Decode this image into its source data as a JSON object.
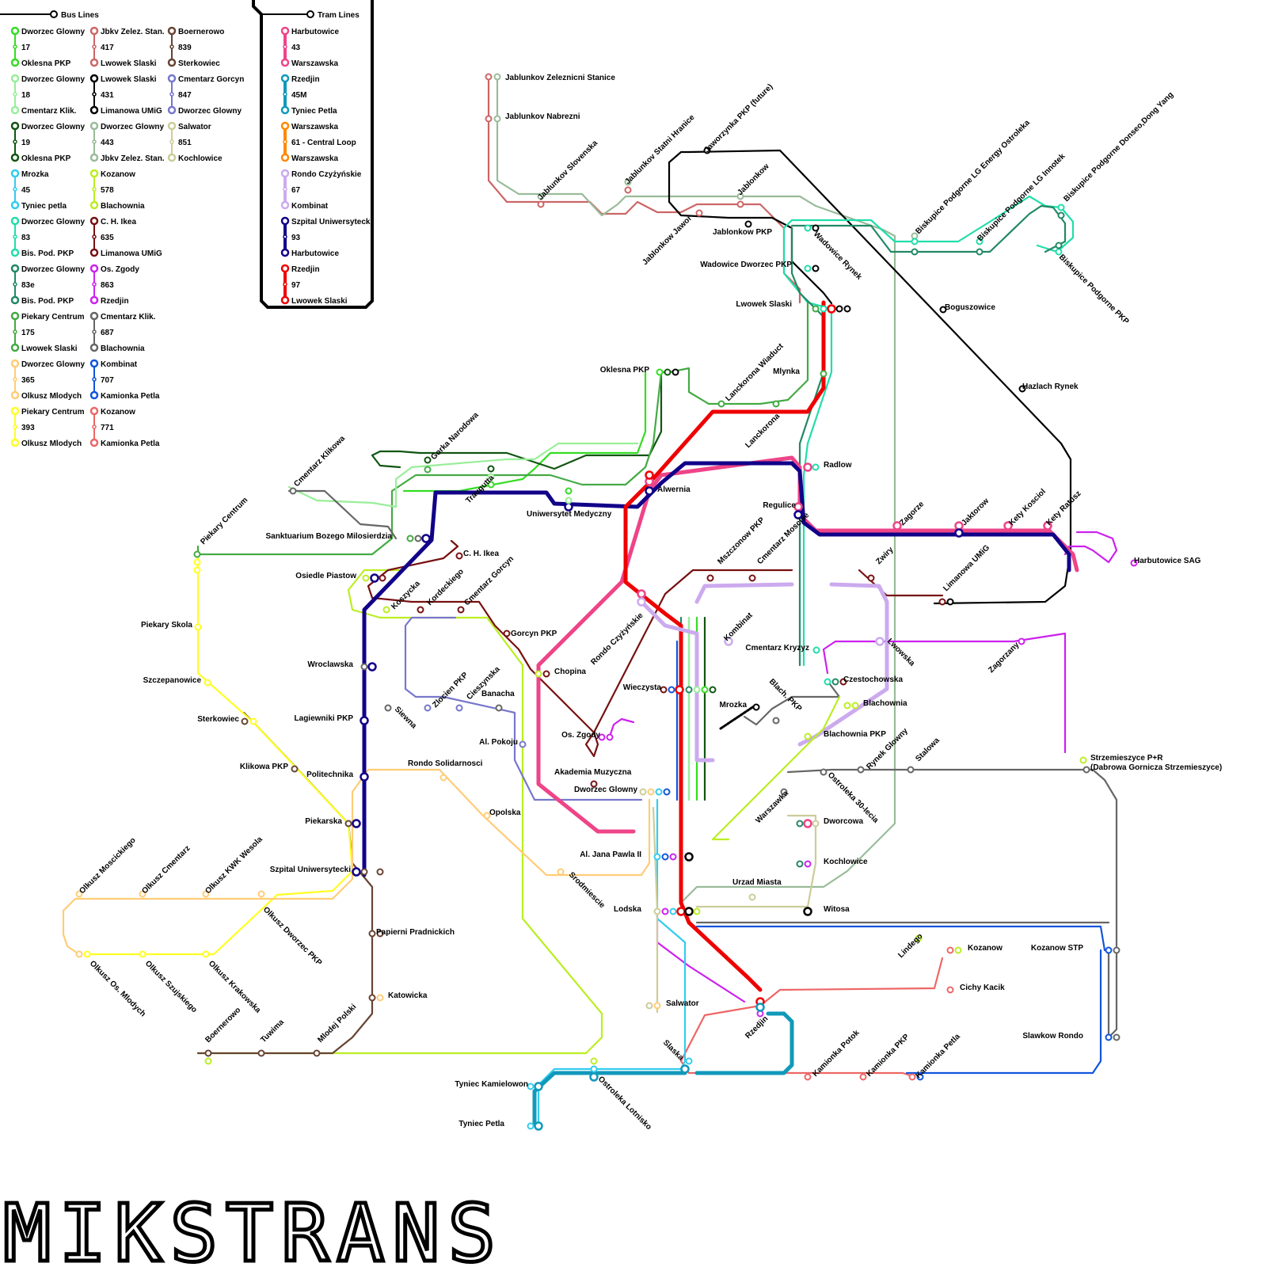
{
  "title": "MIKSTRANS",
  "legend": {
    "bus_heading": "Bus Lines",
    "tram_heading": "Tram Lines",
    "bus": [
      {
        "from": "Dworzec Glowny",
        "num": "17",
        "to": "Oklesna PKP",
        "color": "#33dd22"
      },
      {
        "from": "Dworzec Glowny",
        "num": "18",
        "to": "Cmentarz Klik.",
        "color": "#99ee99"
      },
      {
        "from": "Dworzec Glowny",
        "num": "19",
        "to": "Oklesna PKP",
        "color": "#115511"
      },
      {
        "from": "Mrozka",
        "num": "45",
        "to": "Tyniec petla",
        "color": "#33ccee"
      },
      {
        "from": "Dworzec Glowny",
        "num": "83",
        "to": "Bis. Pod. PKP",
        "color": "#22ddaa"
      },
      {
        "from": "Dworzec Glowny",
        "num": "83e",
        "to": "Bis. Pod. PKP",
        "color": "#228866"
      },
      {
        "from": "Piekary Centrum",
        "num": "175",
        "to": "Lwowek Slaski",
        "color": "#44aa44"
      },
      {
        "from": "Dworzec Glowny",
        "num": "365",
        "to": "Olkusz Mlodych",
        "color": "#ffcc77"
      },
      {
        "from": "Piekary Centrum",
        "num": "393",
        "to": "Olkusz Mlodych",
        "color": "#ffff22"
      },
      {
        "from": "Jbkv Zelez. Stan.",
        "num": "417",
        "to": "Lwowek Slaski",
        "color": "#cc6666"
      },
      {
        "from": "Lwowek Slaski",
        "num": "431",
        "to": "Limanowa UMiG",
        "color": "#000000"
      },
      {
        "from": "Dworzec Glowny",
        "num": "443",
        "to": "Jbkv Zelez. Stan.",
        "color": "#99bb99"
      },
      {
        "from": "Kozanow",
        "num": "578",
        "to": "Blachownia",
        "color": "#bbee22"
      },
      {
        "from": "C. H. Ikea",
        "num": "635",
        "to": "Limanowa UMiG",
        "color": "#771111"
      },
      {
        "from": "Os. Zgody",
        "num": "863",
        "to": "Rzedjin",
        "color": "#cc22ee"
      },
      {
        "from": "Cmentarz Klik.",
        "num": "687",
        "to": "Blachownia",
        "color": "#666666"
      },
      {
        "from": "Kombinat",
        "num": "707",
        "to": "Kamionka Petla",
        "color": "#1155dd"
      },
      {
        "from": "Kozanow",
        "num": "771",
        "to": "Kamionka Petla",
        "color": "#ee6666"
      },
      {
        "from": "Boernerowo",
        "num": "839",
        "to": "Sterkowiec",
        "color": "#664433"
      },
      {
        "from": "Cmentarz Gorcyn",
        "num": "847",
        "to": "Dworzec Glowny",
        "color": "#7777cc"
      },
      {
        "from": "Salwator",
        "num": "851",
        "to": "Kochlowice",
        "color": "#cccc99"
      }
    ],
    "tram": [
      {
        "from": "Harbutowice",
        "num": "43",
        "to": "Warszawska",
        "color": "#ee4488"
      },
      {
        "from": "Rzedjin",
        "num": "45M",
        "to": "Tyniec Petla",
        "color": "#1199bb"
      },
      {
        "from": "Warszawska",
        "num": "61 - Central Loop",
        "to": "Warszawska",
        "color": "#ff8800"
      },
      {
        "from": "Rondo Czyżyńskie",
        "num": "67",
        "to": "Kombinat",
        "color": "#ccaaee"
      },
      {
        "from": "Szpital Uniwersytecki",
        "num": "93",
        "to": "Harbutowice",
        "color": "#110088"
      },
      {
        "from": "Rzedjin",
        "num": "97",
        "to": "Lwowek Slaski",
        "color": "#ee0000"
      }
    ]
  },
  "stations": [
    {
      "name": "Jablunkov Zeleznicni Stanice",
      "rot": 0
    },
    {
      "name": "Jablunkov Nabrezni",
      "rot": 0
    },
    {
      "name": "Jablunkov Slovenska",
      "rot": -45
    },
    {
      "name": "Jablunkov Statni Hranice",
      "rot": -45
    },
    {
      "name": "Jablonkow Jawor",
      "rot": -45
    },
    {
      "name": "Jaworzynka PKP (future)",
      "rot": -45
    },
    {
      "name": "Jablonkow",
      "rot": -45
    },
    {
      "name": "Jablonkow PKP",
      "rot": 0
    },
    {
      "name": "Biskupice Podgorne LG Energy Ostroleka",
      "rot": -45
    },
    {
      "name": "Biskupice Podgorne LG Innotek",
      "rot": -45
    },
    {
      "name": "Biskupice Podgorne Donseo,Dong Yang",
      "rot": -45
    },
    {
      "name": "Biskupice Podgorne PKP",
      "rot": 45
    },
    {
      "name": "Wadowice Rynek",
      "rot": 45
    },
    {
      "name": "Wadowice Dworzec PKP",
      "rot": 0
    },
    {
      "name": "Lwowek Slaski",
      "rot": 0
    },
    {
      "name": "Boguszowice",
      "rot": 0
    },
    {
      "name": "Hazlach Rynek",
      "rot": 0
    },
    {
      "name": "Oklesna PKP",
      "rot": 0
    },
    {
      "name": "Mlynka",
      "rot": 0
    },
    {
      "name": "Lanckorona Wiaduct",
      "rot": -45
    },
    {
      "name": "Lanckorona",
      "rot": -45
    },
    {
      "name": "Gorka Narodowa",
      "rot": -45
    },
    {
      "name": "Cmentarz Klikowa",
      "rot": -45
    },
    {
      "name": "Radlow",
      "rot": 0
    },
    {
      "name": "Piekary Centrum",
      "rot": -45
    },
    {
      "name": "Traugutta",
      "rot": -45
    },
    {
      "name": "Uniwersytet Medyczny",
      "rot": 0
    },
    {
      "name": "Alwernia",
      "rot": 0
    },
    {
      "name": "Regulice",
      "rot": 0
    },
    {
      "name": "Zagorze",
      "rot": -45
    },
    {
      "name": "Jaktorow",
      "rot": -45
    },
    {
      "name": "Kety Kosciol",
      "rot": -45
    },
    {
      "name": "Kety Ratusz",
      "rot": -45
    },
    {
      "name": "Sanktuarium Bozego Milosierdzia",
      "rot": 0
    },
    {
      "name": "C. H. Ikea",
      "rot": 0
    },
    {
      "name": "Harbutowice SAG",
      "rot": 0
    },
    {
      "name": "Osiedle Piastow",
      "rot": 0
    },
    {
      "name": "Koszycka",
      "rot": -45
    },
    {
      "name": "Kordeckiego",
      "rot": -45
    },
    {
      "name": "Cmentarz Gorcyn",
      "rot": -45
    },
    {
      "name": "Mszczonow PKP",
      "rot": -45
    },
    {
      "name": "Cmentarz Moscise",
      "rot": -45
    },
    {
      "name": "Zwiry",
      "rot": -45
    },
    {
      "name": "Limanowa UMiG",
      "rot": -45
    },
    {
      "name": "Piekary Skola",
      "rot": 0
    },
    {
      "name": "Rondo Czyżyńskie",
      "rot": -45
    },
    {
      "name": "Kombinat",
      "rot": -45
    },
    {
      "name": "Gorcyn PKP",
      "rot": 0
    },
    {
      "name": "Cmentarz Kryzyz",
      "rot": 0
    },
    {
      "name": "Lwowska",
      "rot": 45
    },
    {
      "name": "Zagorzany",
      "rot": -45
    },
    {
      "name": "Wroclawska",
      "rot": 0
    },
    {
      "name": "Chopina",
      "rot": 0
    },
    {
      "name": "Czestochowska",
      "rot": 0
    },
    {
      "name": "Szczepanowice",
      "rot": 0
    },
    {
      "name": "Wieczysta",
      "rot": 0
    },
    {
      "name": "Zlocien PKP",
      "rot": -45
    },
    {
      "name": "Cieszynska",
      "rot": -45
    },
    {
      "name": "Banacha",
      "rot": 0
    },
    {
      "name": "Siewna",
      "rot": 45
    },
    {
      "name": "Blach. PKP",
      "rot": 45
    },
    {
      "name": "Mrozka",
      "rot": 0
    },
    {
      "name": "Blachownia",
      "rot": 0
    },
    {
      "name": "Lagiewniki PKP",
      "rot": 0
    },
    {
      "name": "Sterkowiec",
      "rot": 0
    },
    {
      "name": "Os. Zgody",
      "rot": 0
    },
    {
      "name": "Al. Pokoju",
      "rot": 0
    },
    {
      "name": "Blachownia PKP",
      "rot": 0
    },
    {
      "name": "Rynek Glowny",
      "rot": -45
    },
    {
      "name": "Stalowa",
      "rot": -45
    },
    {
      "name": "Strzemieszyce P+R",
      "rot": 0
    },
    {
      "name": "(Dabrowa Gornicza Strzemieszyce)",
      "rot": 0
    },
    {
      "name": "Rondo Solidarnosci",
      "rot": 0
    },
    {
      "name": "Klikowa PKP",
      "rot": 0
    },
    {
      "name": "Politechnika",
      "rot": 0
    },
    {
      "name": "Akademia Muzyczna",
      "rot": 0
    },
    {
      "name": "Dworzec Glowny",
      "rot": 0
    },
    {
      "name": "Warszawka",
      "rot": -45
    },
    {
      "name": "Ostroleka 30-lecia",
      "rot": 45
    },
    {
      "name": "Opolska",
      "rot": 0
    },
    {
      "name": "Piekarska",
      "rot": 0
    },
    {
      "name": "Dworcowa",
      "rot": 0
    },
    {
      "name": "Al. Jana Pawla II",
      "rot": 0
    },
    {
      "name": "Kochlowice",
      "rot": 0
    },
    {
      "name": "Olkusz Moscickiego",
      "rot": -45
    },
    {
      "name": "Olkusz Cmentarz",
      "rot": -45
    },
    {
      "name": "Olkusz KWK Wesola",
      "rot": -45
    },
    {
      "name": "Szpital Uniwersytecki",
      "rot": 0
    },
    {
      "name": "Srodmiescie",
      "rot": 45
    },
    {
      "name": "Urzad Miasta",
      "rot": 0
    },
    {
      "name": "Lodska",
      "rot": 0
    },
    {
      "name": "Witosa",
      "rot": 0
    },
    {
      "name": "Olkusz Dworzec PKP",
      "rot": 45
    },
    {
      "name": "Papierni Pradnickich",
      "rot": 0
    },
    {
      "name": "Lindego",
      "rot": -45
    },
    {
      "name": "Kozanow",
      "rot": 0
    },
    {
      "name": "Kozanow STP",
      "rot": 0
    },
    {
      "name": "Olkusz Os. Mlodych",
      "rot": 45
    },
    {
      "name": "Olkusz Szujskiego",
      "rot": 45
    },
    {
      "name": "Olkusz Krakowska",
      "rot": 45
    },
    {
      "name": "Cichy Kacik",
      "rot": 0
    },
    {
      "name": "Katowicka",
      "rot": 0
    },
    {
      "name": "Salwator",
      "rot": 0
    },
    {
      "name": "Boernerowo",
      "rot": -45
    },
    {
      "name": "Tuwima",
      "rot": -45
    },
    {
      "name": "Mlodej Polski",
      "rot": -45
    },
    {
      "name": "Slawkow Rondo",
      "rot": 0
    },
    {
      "name": "Slaska",
      "rot": 45
    },
    {
      "name": "Rzedjin",
      "rot": -45
    },
    {
      "name": "Kamionka Potok",
      "rot": -45
    },
    {
      "name": "Kamionka PKP",
      "rot": -45
    },
    {
      "name": "Kamionka Petla",
      "rot": -45
    },
    {
      "name": "Tyniec Kamielowon",
      "rot": 0
    },
    {
      "name": "Ostroleka Lotnisko",
      "rot": 45
    },
    {
      "name": "Tyniec Petla",
      "rot": 0
    }
  ]
}
